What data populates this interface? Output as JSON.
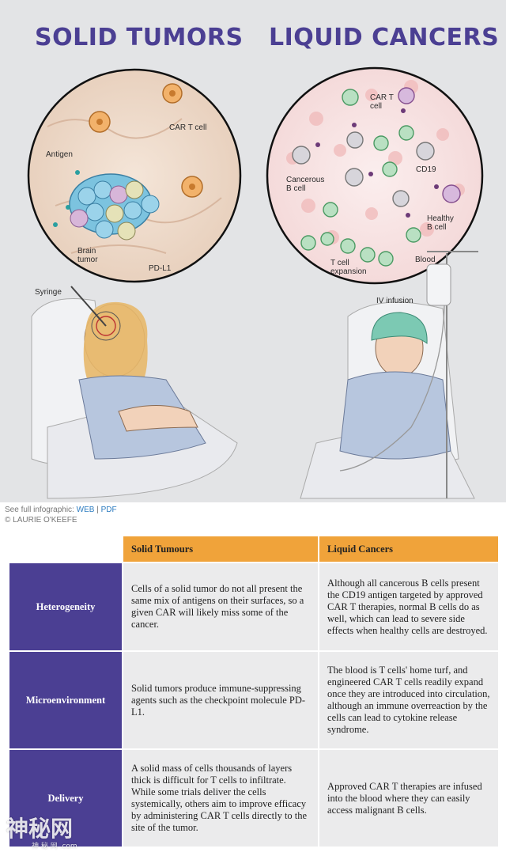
{
  "headings": {
    "left": "SOLID TUMORS",
    "right": "LIQUID CANCERS"
  },
  "solid_labels": {
    "car_t_cell": "CAR T cell",
    "antigen": "Antigen",
    "brain_tumor": "Brain\ntumor",
    "pd_l1": "PD-L1",
    "syringe": "Syringe"
  },
  "liquid_labels": {
    "car_t_cell": "CAR T\ncell",
    "cancerous_b_cell": "Cancerous\nB cell",
    "cd19": "CD19",
    "healthy_b_cell": "Healthy\nB cell",
    "t_cell_expansion": "T cell\nexpansion",
    "blood": "Blood",
    "iv_infusion": "IV infusion"
  },
  "credits": {
    "see_full": "See full infographic:",
    "web": "WEB",
    "sep": "|",
    "pdf": "PDF",
    "copyright": "© LAURIE O'KEEFE"
  },
  "table": {
    "columns": [
      "Solid Tumours",
      "Liquid Cancers"
    ],
    "rows": [
      {
        "label": "Heterogeneity",
        "solid": "Cells of a solid tumor do not all present the same mix of antigens on their surfaces, so a given CAR will likely miss some of the cancer.",
        "liquid": "Although all cancerous B cells present the CD19 antigen targeted by approved CAR T therapies, normal B cells do as well, which can lead to severe side effects when healthy cells are destroyed."
      },
      {
        "label": "Microenvironment",
        "solid": "Solid tumors produce immune-suppressing agents such as the checkpoint molecule PD-L1.",
        "liquid": "The blood is T cells' home turf, and engineered CAR T cells readily expand once they are introduced into circulation, although an immune overreaction by the cells can lead to cytokine release syndrome."
      },
      {
        "label": "Delivery",
        "solid": "A solid mass of cells thousands of layers thick is difficult for T cells to infiltrate. While some trials deliver the cells systemically, others aim to improve efficacy by administering CAR T cells directly to the site of the tumor.",
        "liquid": "Approved CAR T therapies are infused into the blood where they can easily access malignant B cells."
      }
    ]
  },
  "watermark": {
    "main": "神秘网",
    "sub": "神 秘 网 .com"
  },
  "colors": {
    "heading": "#4b3f93",
    "row_header": "#4b3f93",
    "column_header": "#f0a33a",
    "cell": "#ebebec"
  }
}
